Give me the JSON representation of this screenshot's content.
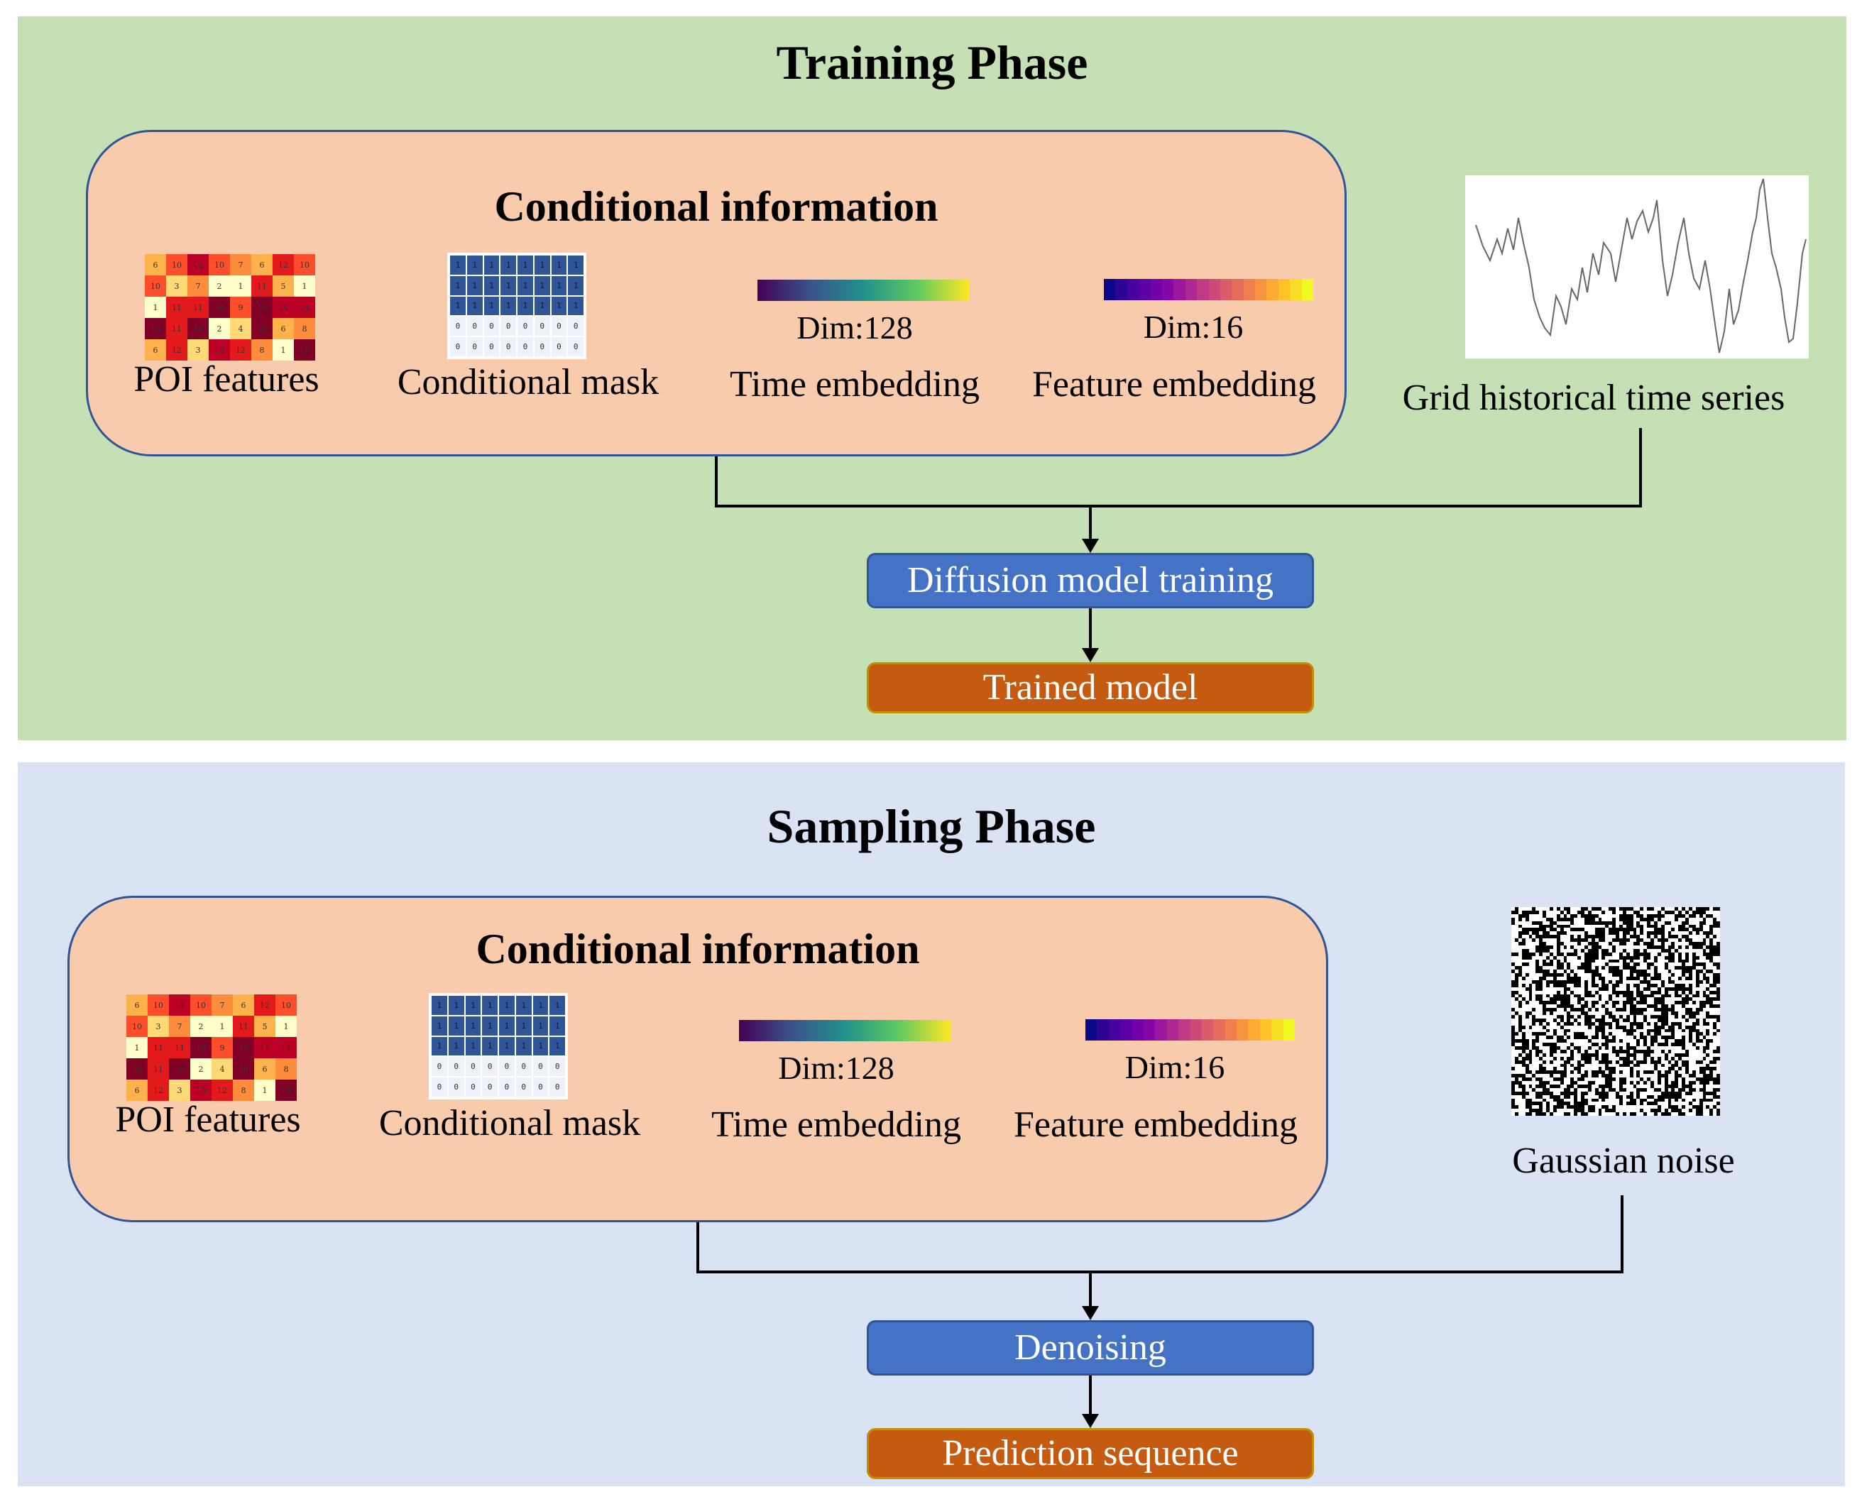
{
  "training": {
    "title": "Training Phase",
    "conditional": {
      "title": "Conditional information",
      "poi_label": "POI features",
      "mask_label": "Conditional mask",
      "time_dim": "Dim:128",
      "time_label": "Time embedding",
      "feature_dim": "Dim:16",
      "feature_label": "Feature embedding"
    },
    "series_label": "Grid historical time series",
    "step1": "Diffusion model training",
    "step2": "Trained model"
  },
  "sampling": {
    "title": "Sampling Phase",
    "conditional": {
      "title": "Conditional information",
      "poi_label": "POI features",
      "mask_label": "Conditional mask",
      "time_dim": "Dim:128",
      "time_label": "Time embedding",
      "feature_dim": "Dim:16",
      "feature_label": "Feature embedding"
    },
    "noise_label": "Gaussian noise",
    "step1": "Denoising",
    "step2": "Prediction sequence"
  },
  "poi_grid": [
    [
      6,
      10,
      14,
      10,
      7,
      6,
      12,
      10
    ],
    [
      10,
      3,
      7,
      2,
      1,
      11,
      5,
      1
    ],
    [
      1,
      11,
      11,
      16,
      9,
      15,
      14,
      14
    ],
    [
      16,
      11,
      16,
      2,
      4,
      16,
      6,
      8
    ],
    [
      6,
      12,
      3,
      13,
      12,
      8,
      1,
      15
    ]
  ],
  "mask_grid": [
    [
      1,
      1,
      1,
      1,
      1,
      1,
      1,
      1
    ],
    [
      1,
      1,
      1,
      1,
      1,
      1,
      1,
      1
    ],
    [
      1,
      1,
      1,
      1,
      1,
      1,
      1,
      1
    ],
    [
      0,
      0,
      0,
      0,
      0,
      0,
      0,
      0
    ],
    [
      0,
      0,
      0,
      0,
      0,
      0,
      0,
      0
    ]
  ],
  "feature_colors": [
    "#0d0887",
    "#2c0594",
    "#46039f",
    "#5c01a6",
    "#7201a8",
    "#8707a6",
    "#9c179e",
    "#ae2892",
    "#bf3984",
    "#cd4a76",
    "#da5b69",
    "#e66c5c",
    "#f07f4f",
    "#f89441",
    "#fdaa33",
    "#fdc328",
    "#f8df25",
    "#f0f921"
  ],
  "colors": {
    "training_bg": "#c5e0b4",
    "sampling_bg": "#dae3f3",
    "conditional_box": "#f8cbad",
    "blue_step": "#4472c4",
    "orange_step": "#c55a11"
  }
}
